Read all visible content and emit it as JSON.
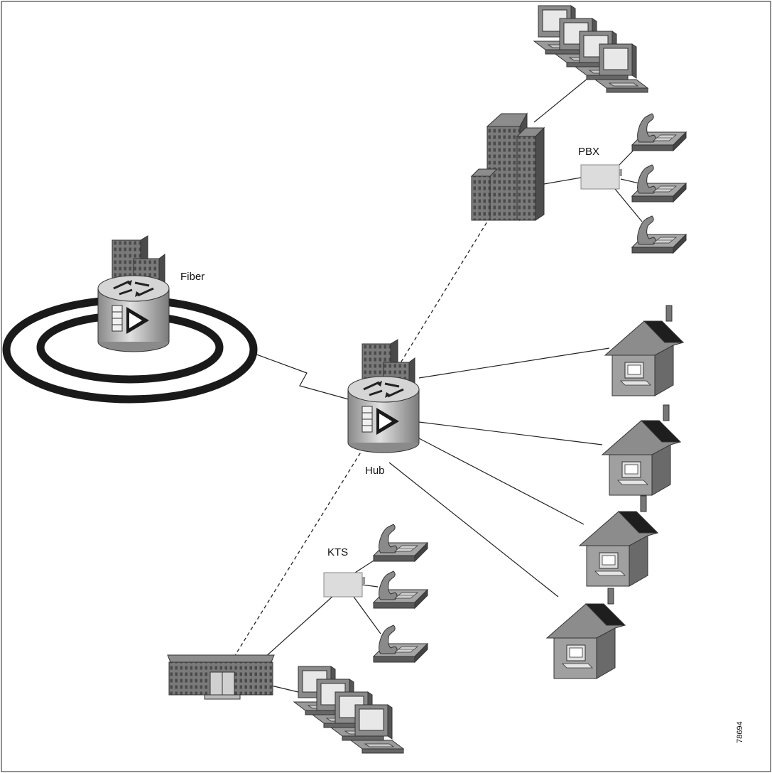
{
  "labels": {
    "fiber": "Fiber",
    "pbx": "PBX",
    "hub": "Hub",
    "kts": "KTS",
    "figure_number": "78694"
  },
  "nodes": [
    {
      "id": "fiber-ring",
      "icon": "fiber-ring-icon"
    },
    {
      "id": "fiber-router",
      "icon": "router-icon"
    },
    {
      "id": "hub-router",
      "icon": "router-icon"
    },
    {
      "id": "headquarters",
      "icon": "office-tower-icon"
    },
    {
      "id": "pbx",
      "icon": "pbx-box-icon"
    },
    {
      "id": "kts",
      "icon": "kts-box-icon"
    },
    {
      "id": "branch-office",
      "icon": "branch-building-icon"
    },
    {
      "id": "home-1",
      "icon": "house-icon"
    },
    {
      "id": "home-2",
      "icon": "house-icon"
    },
    {
      "id": "home-3",
      "icon": "house-icon"
    },
    {
      "id": "home-4",
      "icon": "house-icon"
    }
  ],
  "links": [
    {
      "from": "fiber-router",
      "to": "hub-router",
      "style": "serial"
    },
    {
      "from": "hub-router",
      "to": "headquarters",
      "style": "dashed"
    },
    {
      "from": "hub-router",
      "to": "branch-office",
      "style": "dashed"
    },
    {
      "from": "hub-router",
      "to": "home-1",
      "style": "solid"
    },
    {
      "from": "hub-router",
      "to": "home-2",
      "style": "solid"
    },
    {
      "from": "hub-router",
      "to": "home-3",
      "style": "solid"
    },
    {
      "from": "hub-router",
      "to": "home-4",
      "style": "solid"
    },
    {
      "from": "headquarters",
      "to": "pbx",
      "style": "solid"
    },
    {
      "from": "branch-office",
      "to": "kts",
      "style": "solid"
    }
  ],
  "colors": {
    "building": "#808080",
    "building_dark": "#555555",
    "router": "#b5b5b5",
    "box": "#d8d8d8",
    "line": "#222222"
  }
}
